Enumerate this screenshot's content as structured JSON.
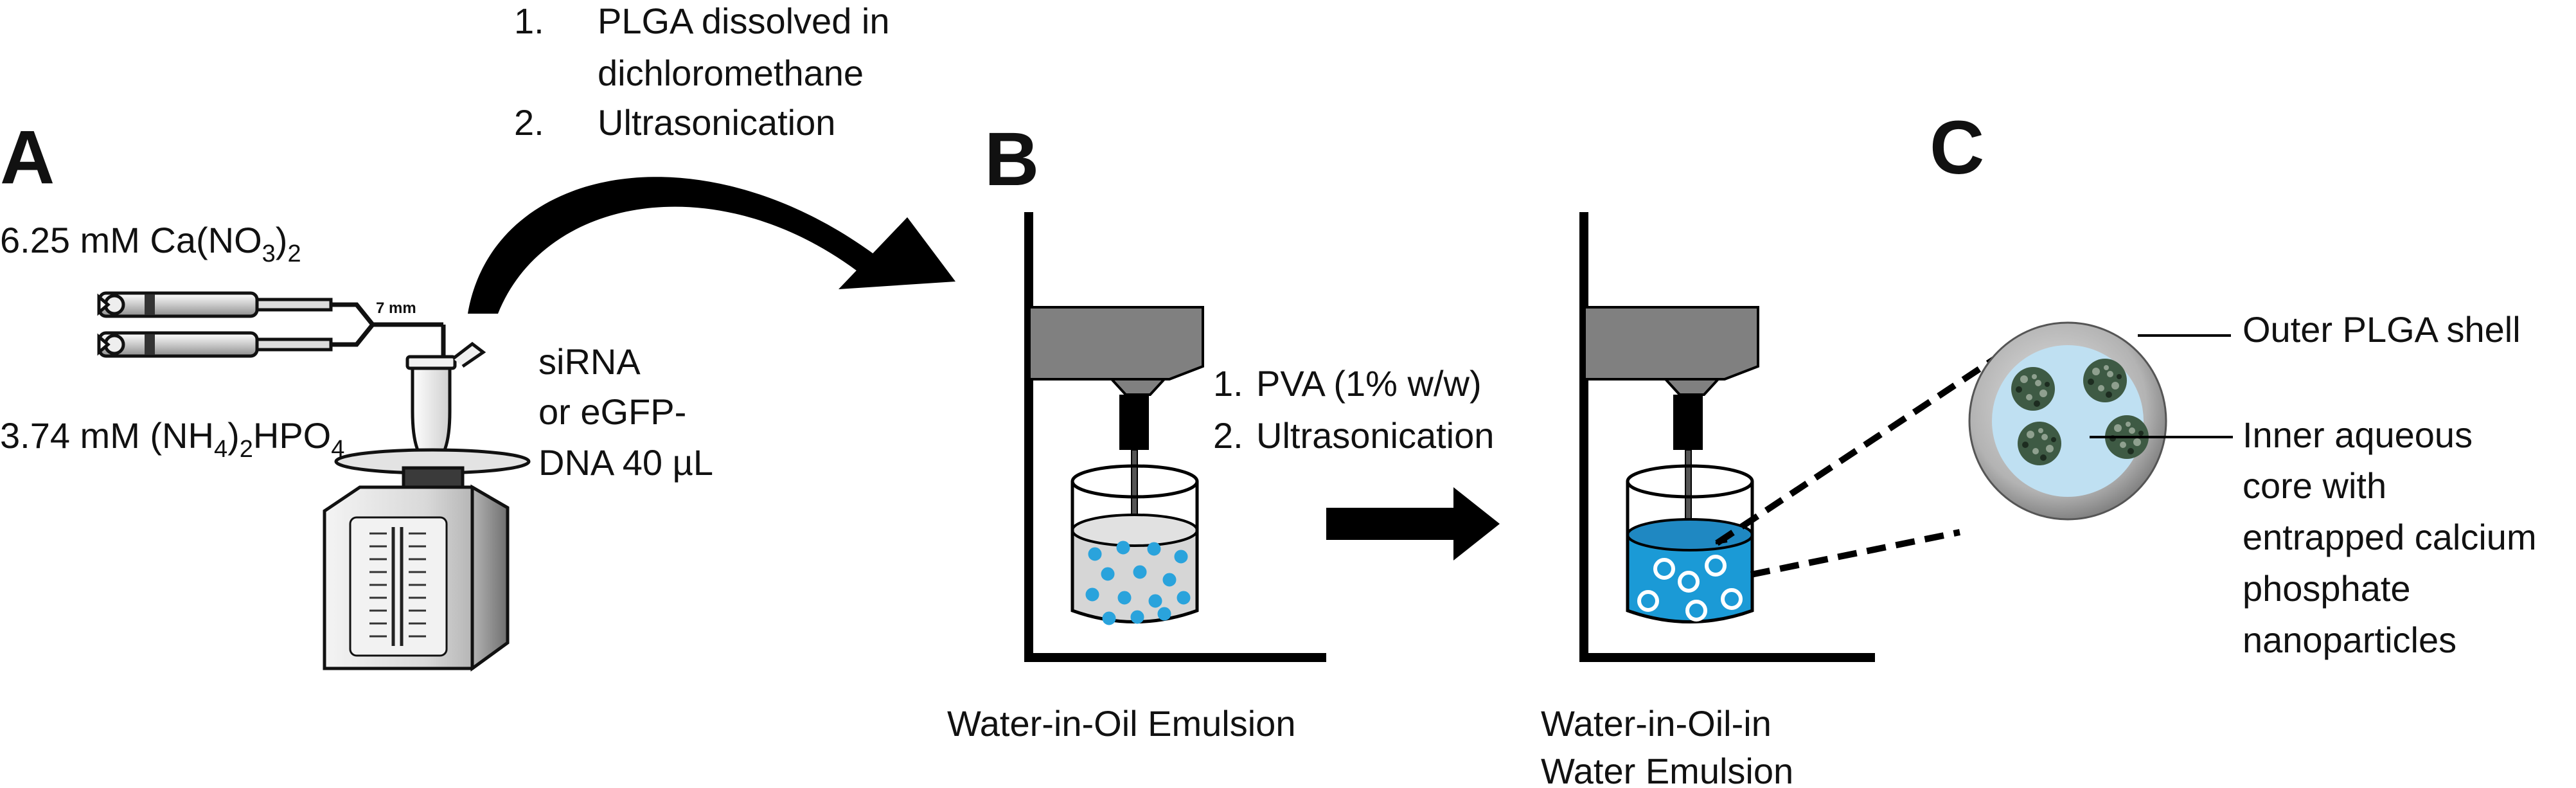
{
  "panels": {
    "a": "A",
    "b": "B",
    "c": "C"
  },
  "panel_a": {
    "reagent_1": {
      "main": "6.25 mM Ca(NO",
      "sub": "3",
      "tail": ")",
      "tail_sub": "2"
    },
    "reagent_2": {
      "main": "3.74 mM (NH",
      "sub": "4",
      "mid": ")",
      "mid_sub": "2",
      "tail": "HPO",
      "tail_sub": "4"
    },
    "needle_length": "7 mm",
    "payload": [
      "siRNA",
      "or eGFP-",
      "DNA 40 µL"
    ]
  },
  "step_1": {
    "items": [
      {
        "num": "1.",
        "lines": [
          "PLGA dissolved in",
          "dichloromethane"
        ]
      },
      {
        "num": "2.",
        "lines": [
          "Ultrasonication"
        ]
      }
    ]
  },
  "step_2": {
    "items": [
      {
        "num": "1.",
        "text": "PVA  (1% w/w)"
      },
      {
        "num": "2.",
        "text": "Ultrasonication"
      }
    ]
  },
  "panel_b": {
    "emulsion_1": "Water-in-Oil Emulsion",
    "emulsion_2": [
      "Water-in-Oil-in",
      "Water Emulsion"
    ]
  },
  "panel_c": {
    "shell_label": "Outer PLGA shell",
    "core_label": [
      "Inner aqueous",
      "core with",
      "entrapped calcium",
      "phosphate",
      "nanoparticles"
    ]
  },
  "colors": {
    "water_droplet": "#2aa3dc",
    "outer_water": "#1b9ad6",
    "oil_phase": "#d6d6d6",
    "sonicator_body": "#7a7a7a",
    "inner_core": "#bfe0f2",
    "particle": "#3e5a44"
  }
}
